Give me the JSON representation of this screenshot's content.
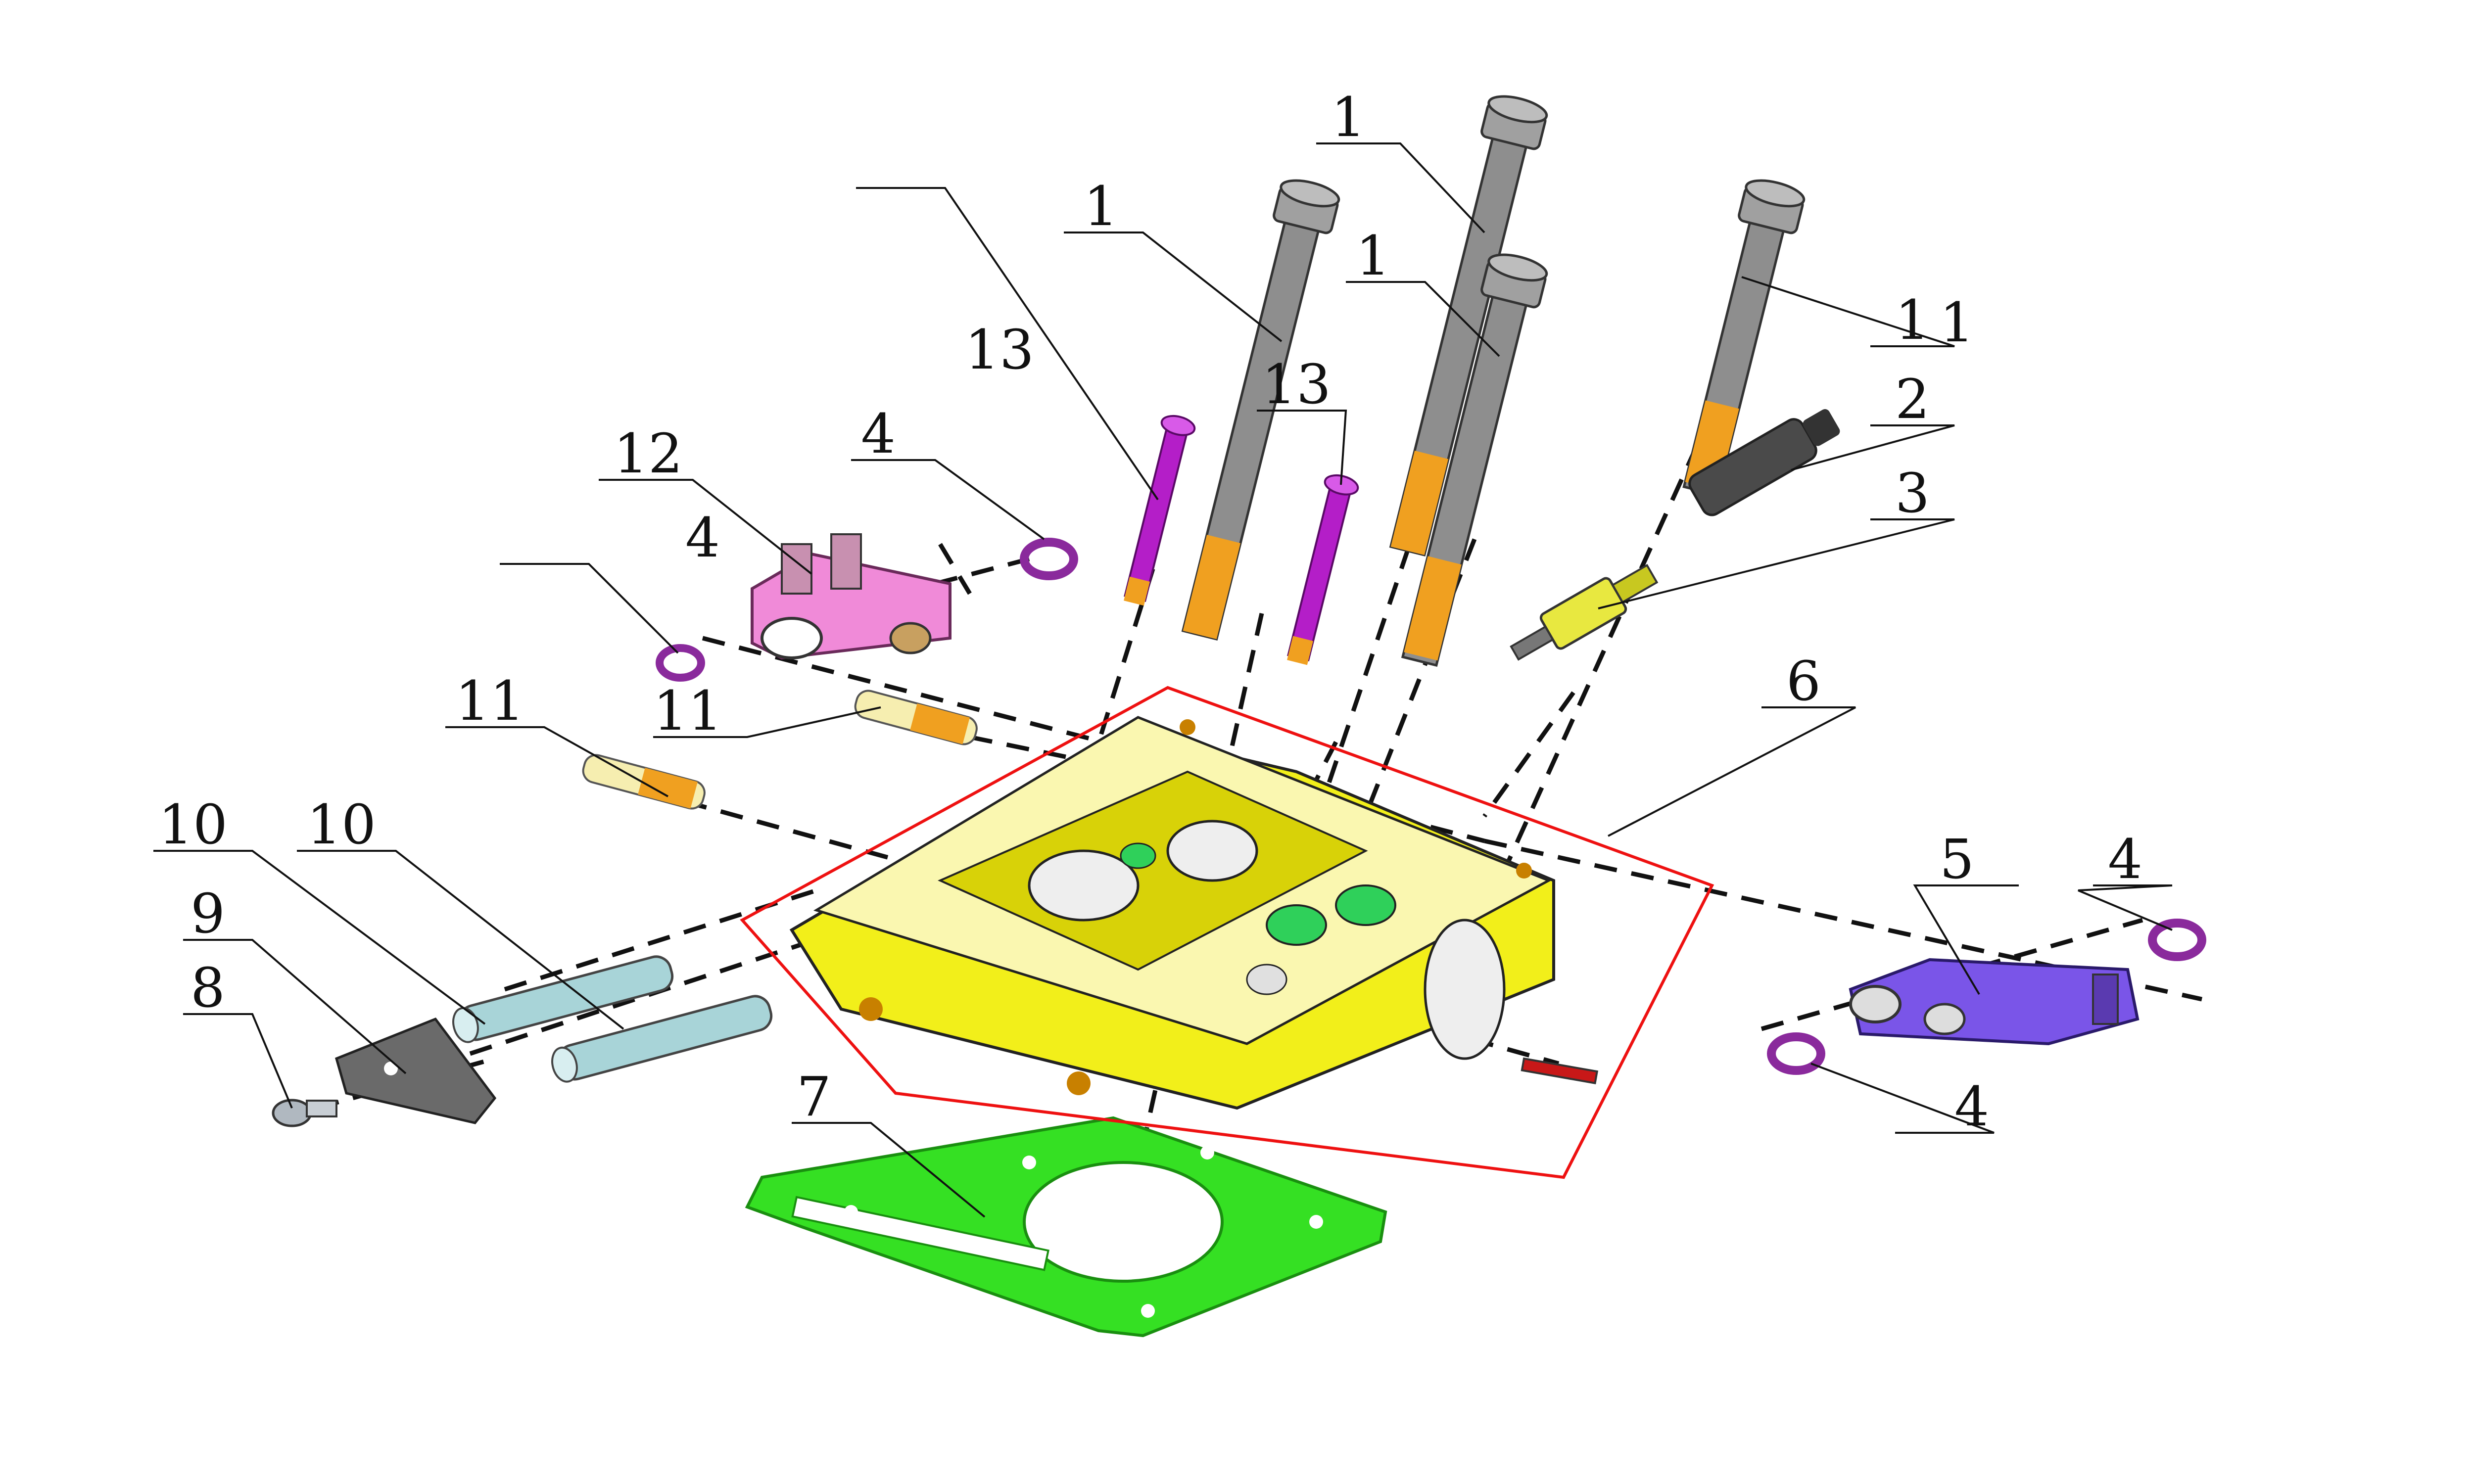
{
  "colors": {
    "head": "#f2ef1a",
    "gasket": "#35e023",
    "bolt": "#8e8e8e",
    "bolt_tip": "#f0a020",
    "stud": "#b41ec8",
    "rocker_left": "#f08ad8",
    "rocker_right": "#7a55e8",
    "o_ring": "#8a2a9c",
    "pin": "#a8d4d8",
    "frame": "#ee1111",
    "sensor": "#e8e840",
    "cap": "#4a4a4a"
  },
  "callouts": [
    {
      "id": "c1a",
      "label": "1"
    },
    {
      "id": "c1b",
      "label": "1"
    },
    {
      "id": "c1c",
      "label": "1"
    },
    {
      "id": "c1d",
      "label": "1"
    },
    {
      "id": "c2",
      "label": "2"
    },
    {
      "id": "c3",
      "label": "3"
    },
    {
      "id": "c4a",
      "label": "4"
    },
    {
      "id": "c4b",
      "label": "4"
    },
    {
      "id": "c4c",
      "label": "4"
    },
    {
      "id": "c4d",
      "label": "4"
    },
    {
      "id": "c5",
      "label": "5"
    },
    {
      "id": "c6",
      "label": "6"
    },
    {
      "id": "c7",
      "label": "7"
    },
    {
      "id": "c8",
      "label": "8"
    },
    {
      "id": "c9",
      "label": "9"
    },
    {
      "id": "c10a",
      "label": "10"
    },
    {
      "id": "c10b",
      "label": "10"
    },
    {
      "id": "c11a",
      "label": "11"
    },
    {
      "id": "c11b",
      "label": "11"
    },
    {
      "id": "c12",
      "label": "12"
    },
    {
      "id": "c13a",
      "label": "13"
    },
    {
      "id": "c13b",
      "label": "13"
    },
    {
      "id": "c1e",
      "label": "1"
    }
  ]
}
